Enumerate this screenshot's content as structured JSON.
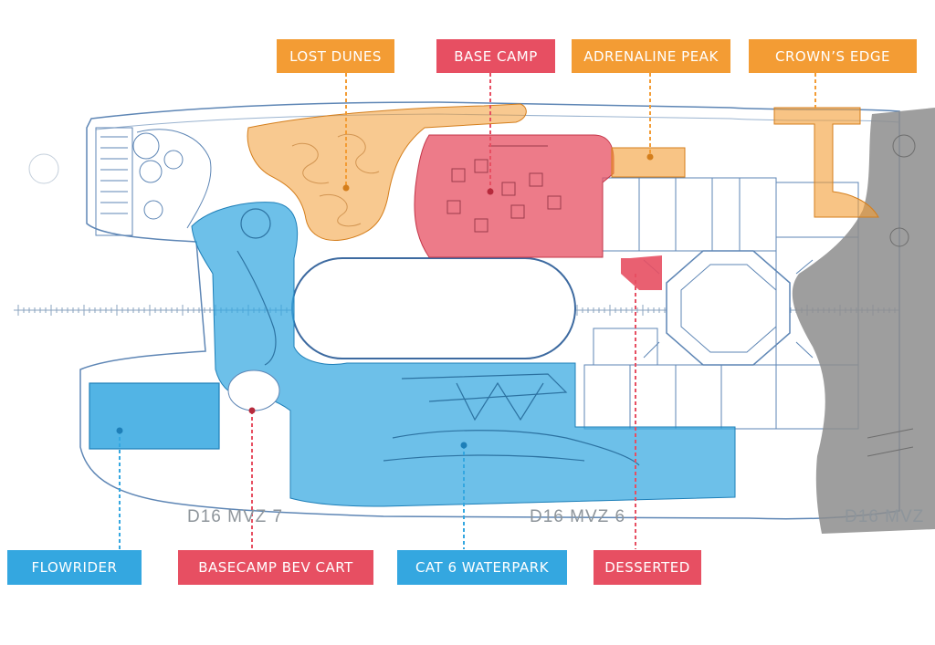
{
  "colors": {
    "orange": "#f39c34",
    "red": "#e74f62",
    "blue": "#34a7e0",
    "line": "#5e86b5",
    "gray": "#8d8d8d"
  },
  "labels": {
    "lost_dunes": "LOST DUNES",
    "base_camp": "BASE CAMP",
    "adrenaline_peak": "ADRENALINE PEAK",
    "crowns_edge": "CROWN’S EDGE",
    "flowrider": "FLOWRIDER",
    "basecamp_bev_cart": "BASECAMP BEV CART",
    "cat6_waterpark": "CAT 6 WATERPARK",
    "desserted": "DESSERTED"
  },
  "deck_marks": [
    "D16 MVZ  7",
    "D16 MVZ  6",
    "D16 MVZ"
  ]
}
